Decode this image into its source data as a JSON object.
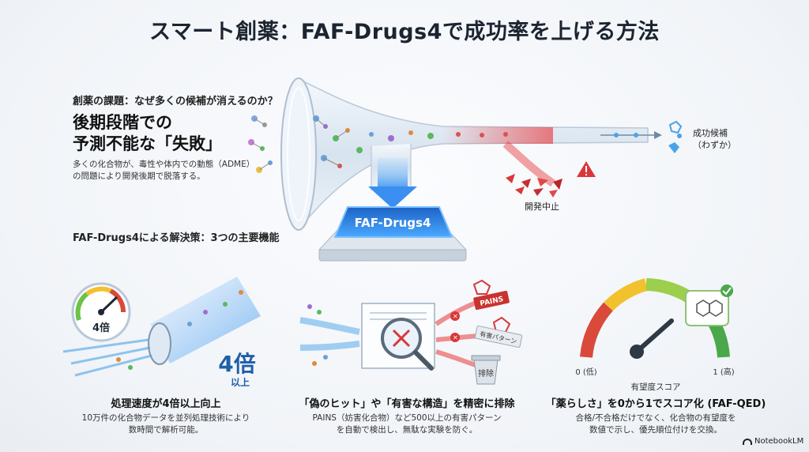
{
  "title": "スマート創薬：FAF-Drugs4で成功率を上げる方法",
  "problem": {
    "heading": "創薬の課題：なぜ多くの候補が消えるのか？",
    "failure_line1": "後期段階での",
    "failure_line2": "予測不能な「失敗」",
    "desc_line1": "多くの化合物が、毒性や体内での動態（ADME）",
    "desc_line2": "の問題により開発後期で脱落する。"
  },
  "funnel": {
    "success_line1": "成功候補",
    "success_line2": "（わずか）",
    "dev_stop": "開発中止",
    "device_label": "FAF-Drugs4"
  },
  "solution_heading": "FAF-Drugs4による解決策：3つの主要機能",
  "feature_speed": {
    "gauge_label": "4倍",
    "big_number": "4倍",
    "big_sub": "以上",
    "title": "処理速度が4倍以上向上",
    "desc_line1": "10万件の化合物データを並列処理技術により",
    "desc_line2": "数時間で解析可能。"
  },
  "feature_filter": {
    "pains_tag": "PAINS",
    "toxic_tag": "有害パターン",
    "bin_label": "排除",
    "title": "「偽のヒット」や「有害な構造」を精密に排除",
    "desc_line1": "PAINS（妨害化合物）など500以上の有害パターン",
    "desc_line2": "を自動で検出し、無駄な実験を防ぐ。"
  },
  "feature_score": {
    "low_label": "0 (低)",
    "high_label": "1 (高)",
    "score_label": "有望度スコア",
    "title": "「薬らしさ」を0から1でスコア化 (FAF-QED)",
    "desc_line1": "合格/不合格だけでなく、化合物の有望度を",
    "desc_line2": "数値で示し、優先順位付けを交換。"
  },
  "brand": "NotebookLM",
  "colors": {
    "funnel_glass": "#dfe9f3",
    "failure_red": "#d9383a",
    "device_blue": "#2f7fd6",
    "arrow_blue": "#4aa3e8",
    "gauge_green": "#6cc24a",
    "gauge_yellow": "#f2c12e",
    "gauge_red": "#d94a3a"
  }
}
